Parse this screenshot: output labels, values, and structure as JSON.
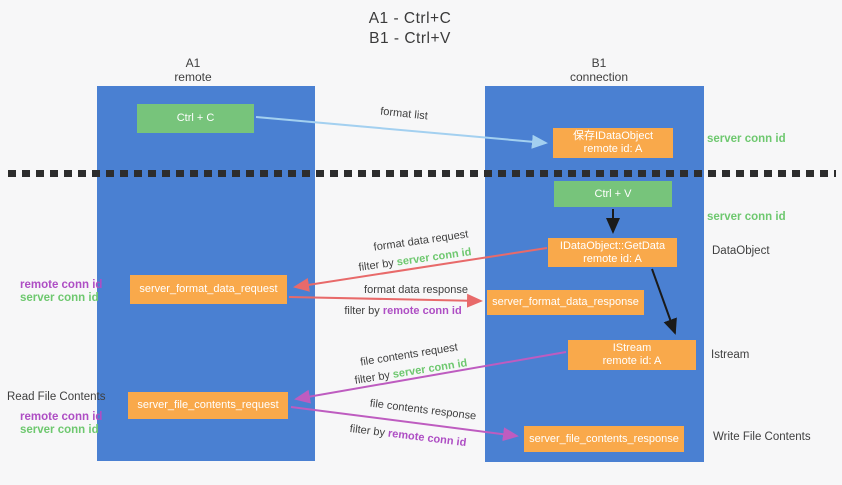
{
  "title": {
    "line1": "A1 - Ctrl+C",
    "line2": "B1 - Ctrl+V"
  },
  "lanes": {
    "left": {
      "id": "A1",
      "type": "remote"
    },
    "right": {
      "id": "B1",
      "type": "connection"
    }
  },
  "boxes": {
    "ctrl_c": {
      "label": "Ctrl + C"
    },
    "save_dataobject": {
      "line1": "保存IDataObject",
      "line2": "remote id: A"
    },
    "ctrl_v": {
      "label": "Ctrl + V"
    },
    "getdata": {
      "line1": "IDataObject::GetData",
      "line2": "remote id: A"
    },
    "format_request": {
      "label": "server_format_data_request"
    },
    "format_response": {
      "label": "server_format_data_response"
    },
    "istream": {
      "line1": "IStream",
      "line2": "remote id: A"
    },
    "file_request": {
      "label": "server_file_contents_request"
    },
    "file_response": {
      "label": "server_file_contents_response"
    }
  },
  "arrows": {
    "format_list": {
      "label": "format list"
    },
    "format_request": {
      "line1": "format data request",
      "filter_prefix": "filter by",
      "filter_key": "server conn id"
    },
    "format_response": {
      "line1": "format data response",
      "filter_prefix": "filter by",
      "filter_key": "remote conn id"
    },
    "file_request": {
      "line1": "file contents request",
      "filter_prefix": "filter by",
      "filter_key": "server conn id"
    },
    "file_response": {
      "line1": "file contents response",
      "filter_prefix": "filter by",
      "filter_key": "remote conn id"
    }
  },
  "side_labels": {
    "right_server_conn_top": "server conn id",
    "right_server_conn_mid": "server conn id",
    "right_dataobject": "DataObject",
    "right_istream": "Istream",
    "right_write_file": "Write File Contents",
    "left_remote_conn_1": "remote conn id",
    "left_server_conn_1": "server conn id",
    "left_read_file": "Read File Contents",
    "left_remote_conn_2": "remote conn id",
    "left_server_conn_2": "server conn id"
  },
  "colors": {
    "lane_blue": "#4a80d2",
    "box_green": "#77c47b",
    "box_orange": "#f9a94b",
    "text_green": "#6ec86f",
    "text_purple": "#ae4ec4",
    "arrow_blue": "#a3d0f0",
    "arrow_red": "#e86a6a",
    "arrow_purple": "#be5cc0",
    "arrow_black": "#1a1a1a",
    "background": "#f7f7f8"
  }
}
